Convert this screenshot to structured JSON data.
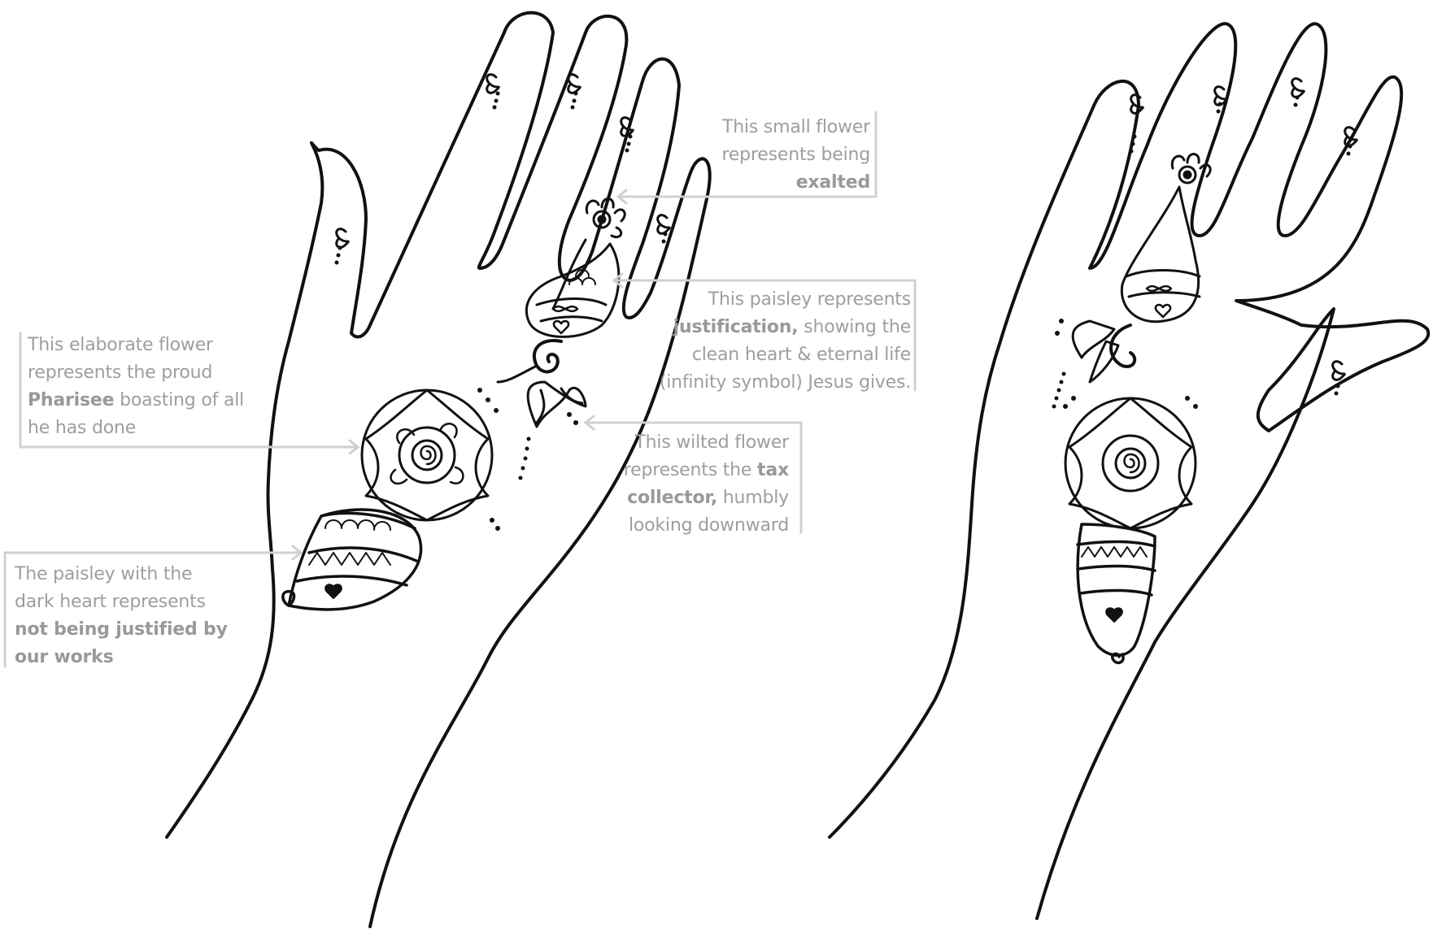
{
  "annotations": {
    "exalted": {
      "lines": [
        {
          "text": "This small flower",
          "bold": false
        },
        {
          "text": "represents being",
          "bold": false
        },
        {
          "text": "exalted",
          "bold": true
        }
      ]
    },
    "justification": {
      "lines": [
        {
          "parts": [
            {
              "text": "This paisley represents",
              "bold": false
            }
          ]
        },
        {
          "parts": [
            {
              "text": "justification,",
              "bold": true
            },
            {
              "text": " showing the",
              "bold": false
            }
          ]
        },
        {
          "parts": [
            {
              "text": "clean heart & eternal life",
              "bold": false
            }
          ]
        },
        {
          "parts": [
            {
              "text": "(infinity symbol) Jesus gives.",
              "bold": false
            }
          ]
        }
      ]
    },
    "wilted": {
      "lines": [
        {
          "parts": [
            {
              "text": "This wilted flower",
              "bold": false
            }
          ]
        },
        {
          "parts": [
            {
              "text": "represents the ",
              "bold": false
            },
            {
              "text": "tax",
              "bold": true
            }
          ]
        },
        {
          "parts": [
            {
              "text": "collector,",
              "bold": true
            },
            {
              "text": " humbly",
              "bold": false
            }
          ]
        },
        {
          "parts": [
            {
              "text": "looking downward",
              "bold": false
            }
          ]
        }
      ]
    },
    "pharisee": {
      "lines": [
        {
          "parts": [
            {
              "text": "This elaborate flower",
              "bold": false
            }
          ]
        },
        {
          "parts": [
            {
              "text": "represents the proud",
              "bold": false
            }
          ]
        },
        {
          "parts": [
            {
              "text": "Pharisee",
              "bold": true
            },
            {
              "text": " boasting of all",
              "bold": false
            }
          ]
        },
        {
          "parts": [
            {
              "text": "he has done",
              "bold": false
            }
          ]
        }
      ]
    },
    "paisley": {
      "lines": [
        {
          "parts": [
            {
              "text": "The paisley with the",
              "bold": false
            }
          ]
        },
        {
          "parts": [
            {
              "text": "dark heart represents",
              "bold": false
            }
          ]
        },
        {
          "parts": [
            {
              "text": "not being justified by",
              "bold": true
            }
          ]
        },
        {
          "parts": [
            {
              "text": "our works",
              "bold": true
            }
          ]
        }
      ]
    }
  },
  "colors": {
    "outline": "#111111",
    "annotation_text": "#9e9e9e",
    "callout_line": "#d0d0d0"
  },
  "icons": [
    "hand-outline-icon",
    "elaborate-flower-icon",
    "paisley-icon",
    "small-flower-icon",
    "wilted-flower-icon",
    "infinity-icon",
    "heart-icon"
  ]
}
